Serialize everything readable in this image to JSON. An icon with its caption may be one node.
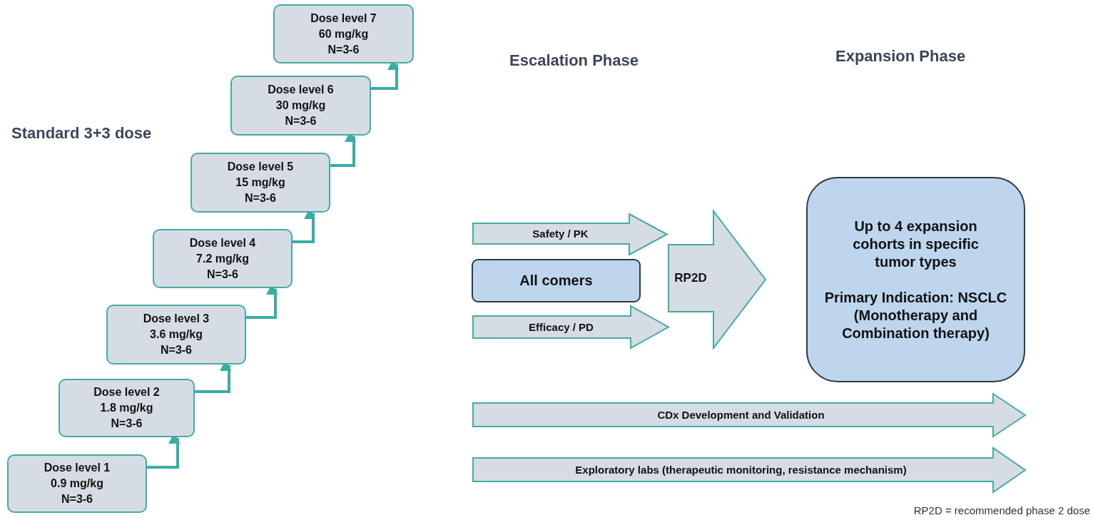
{
  "diagram": {
    "nodes": [
      {
        "text": [
          "Dose level 1",
          "0.9 mg/kg",
          "N=3-6"
        ]
      },
      {
        "text": [
          "Dose level 2",
          "1.8 mg/kg",
          "N=3-6"
        ]
      },
      {
        "text": [
          "Dose level 3",
          "3.6 mg/kg",
          "N=3-6"
        ]
      },
      {
        "text": [
          "Dose level 4",
          "7.2 mg/kg",
          "N=3-6"
        ]
      },
      {
        "text": [
          "Dose level 5",
          "15 mg/kg",
          "N=3-6"
        ]
      },
      {
        "text": [
          "Dose level 6",
          "30 mg/kg",
          "N=3-6"
        ]
      },
      {
        "text": [
          "Dose level 7",
          "60 mg/kg",
          "N=3-6"
        ]
      },
      {
        "text": [
          "Safety / PK"
        ]
      },
      {
        "text": [
          "All comers"
        ]
      },
      {
        "text": [
          "Efficacy / PD"
        ]
      },
      {
        "text": [
          "RP2D"
        ]
      },
      {
        "text": [
          "Up to 4 expansion cohorts in specific tumor types",
          "Primary Indication: NSCLC (Monotherapy and Combination therapy)"
        ]
      },
      {
        "text": [
          "CDx Development and Validation"
        ]
      },
      {
        "text": [
          "Exploratory labs (therapeutic monitoring, resistance mechanism)"
        ]
      }
    ],
    "edges": [
      {
        "from": 0,
        "to": 1,
        "arrow": "to"
      },
      {
        "from": 1,
        "to": 2,
        "arrow": "to"
      },
      {
        "from": 2,
        "to": 3,
        "arrow": "to"
      },
      {
        "from": 3,
        "to": 4,
        "arrow": "to"
      },
      {
        "from": 4,
        "to": 5,
        "arrow": "to"
      },
      {
        "from": 5,
        "to": 6,
        "arrow": "to"
      }
    ],
    "labels": [
      "Escalation Phase",
      "Expansion Phase",
      "Standard 3+3 dose",
      "RP2D = recommended phase 2 dose"
    ]
  }
}
